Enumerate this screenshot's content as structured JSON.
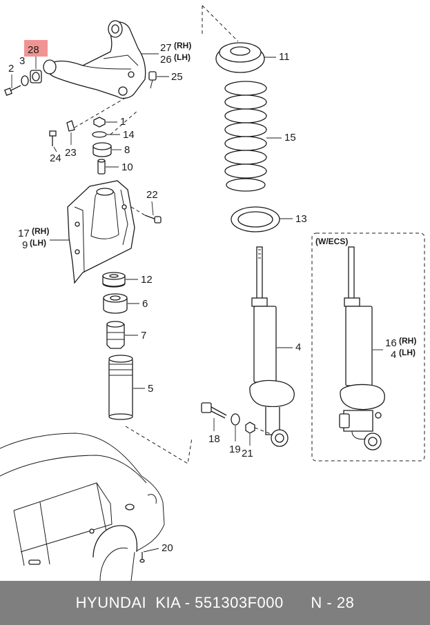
{
  "highlight_color": "#f08080",
  "callouts": {
    "c28": "28",
    "c2": "2",
    "c3": "3",
    "c27": "27",
    "c27s": "(RH)",
    "c26": "26",
    "c26s": "(LH)",
    "c25": "25",
    "c11": "11",
    "c15": "15",
    "c1": "1",
    "c14": "14",
    "c8": "8",
    "c10": "10",
    "c23": "23",
    "c24": "24",
    "c22": "22",
    "c17": "17",
    "c17s": "(RH)",
    "c9": "9",
    "c9s": "(LH)",
    "c13": "13",
    "c12": "12",
    "c6": "6",
    "c7": "7",
    "c5": "5",
    "c4": "4",
    "c16": "16",
    "c16s": "(RH)",
    "c4b": "4",
    "c4bs": "(LH)",
    "c18": "18",
    "c19": "19",
    "c21": "21",
    "c20": "20"
  },
  "ecs_label": "(W/ECS)",
  "footer": {
    "brand": "HYUNDAI  KIA - 551303F000",
    "ref": "N - 28"
  }
}
